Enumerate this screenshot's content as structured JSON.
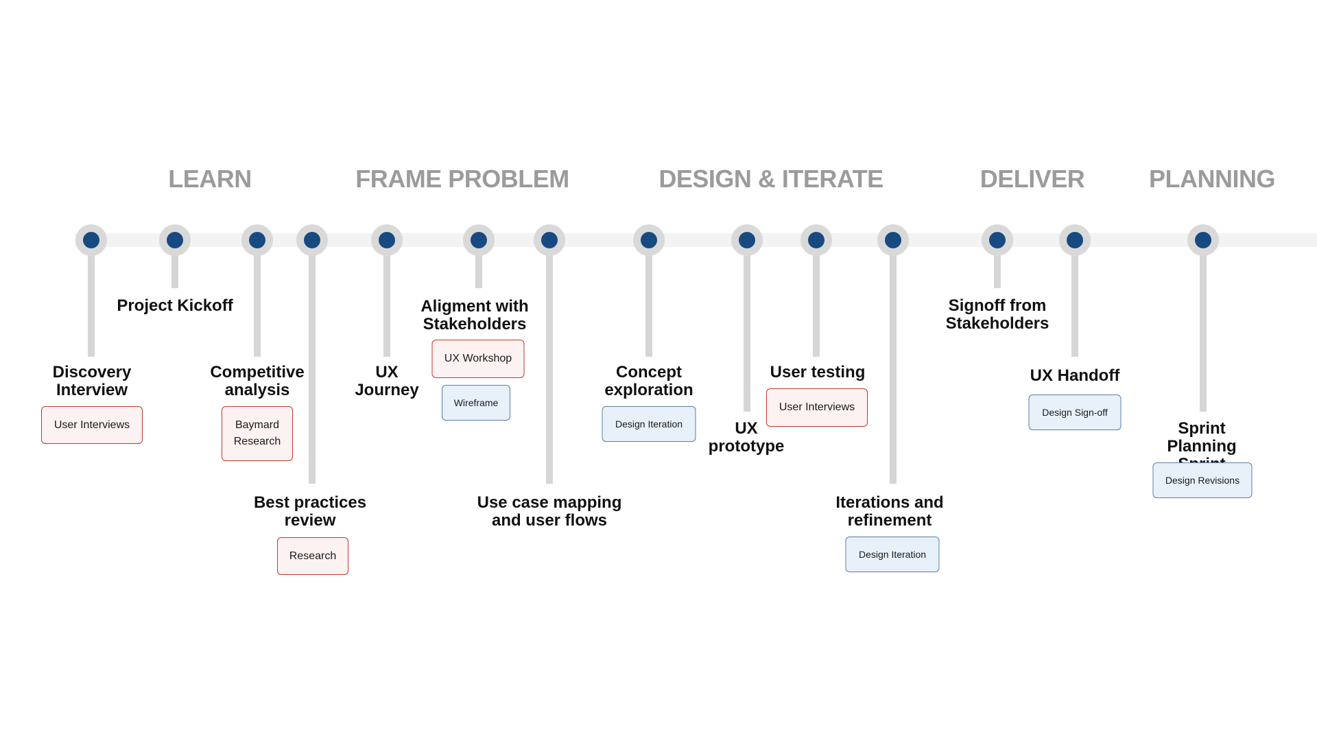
{
  "phases": [
    {
      "label": "LEARN"
    },
    {
      "label": "FRAME PROBLEM"
    },
    {
      "label": "DESIGN & ITERATE"
    },
    {
      "label": "DELIVER"
    },
    {
      "label": "PLANNING"
    }
  ],
  "milestones": [
    {
      "label": "Discovery\nInterview",
      "tag": "User Interviews",
      "tag_style": "research"
    },
    {
      "label": "Project Kickoff",
      "tag": "",
      "tag_style": ""
    },
    {
      "label": "Competitive\nanalysis",
      "tag": "Baymard\nResearch",
      "tag_style": "research"
    },
    {
      "label": "Best practices\nreview",
      "tag": "Research",
      "tag_style": "research"
    },
    {
      "label": "UX\nJourney",
      "tag": "Wireframe",
      "tag_style": "design"
    },
    {
      "label": "Aligment with\nStakeholders",
      "tag": "UX Workshop",
      "tag_style": "research"
    },
    {
      "label": "Use case mapping\nand user flows",
      "tag": "",
      "tag_style": ""
    },
    {
      "label": "Concept\nexploration",
      "tag": "Design Iteration",
      "tag_style": "design"
    },
    {
      "label": "UX\nprototype",
      "tag": "",
      "tag_style": ""
    },
    {
      "label": "User testing",
      "tag": "User Interviews",
      "tag_style": "research"
    },
    {
      "label": "Iterations and\nrefinement",
      "tag": "Design Iteration",
      "tag_style": "design"
    },
    {
      "label": "Signoff from\nStakeholders",
      "tag": "",
      "tag_style": ""
    },
    {
      "label": "UX Handoff",
      "tag": "Design Sign-off",
      "tag_style": "design"
    },
    {
      "label": "Sprint Planning\nSprint Refinement",
      "tag": "Design Revisions",
      "tag_style": "design"
    }
  ],
  "colors": {
    "node": "#174a80",
    "node_ring": "#d9d9d9",
    "track": "#f3f3f3",
    "stem": "#d6d6d6",
    "phase_text": "#9b9b9b",
    "research_border": "#c0392b",
    "research_fill": "#fdf2f2",
    "design_border": "#5b7fa8",
    "design_fill": "#e8f0fa"
  }
}
